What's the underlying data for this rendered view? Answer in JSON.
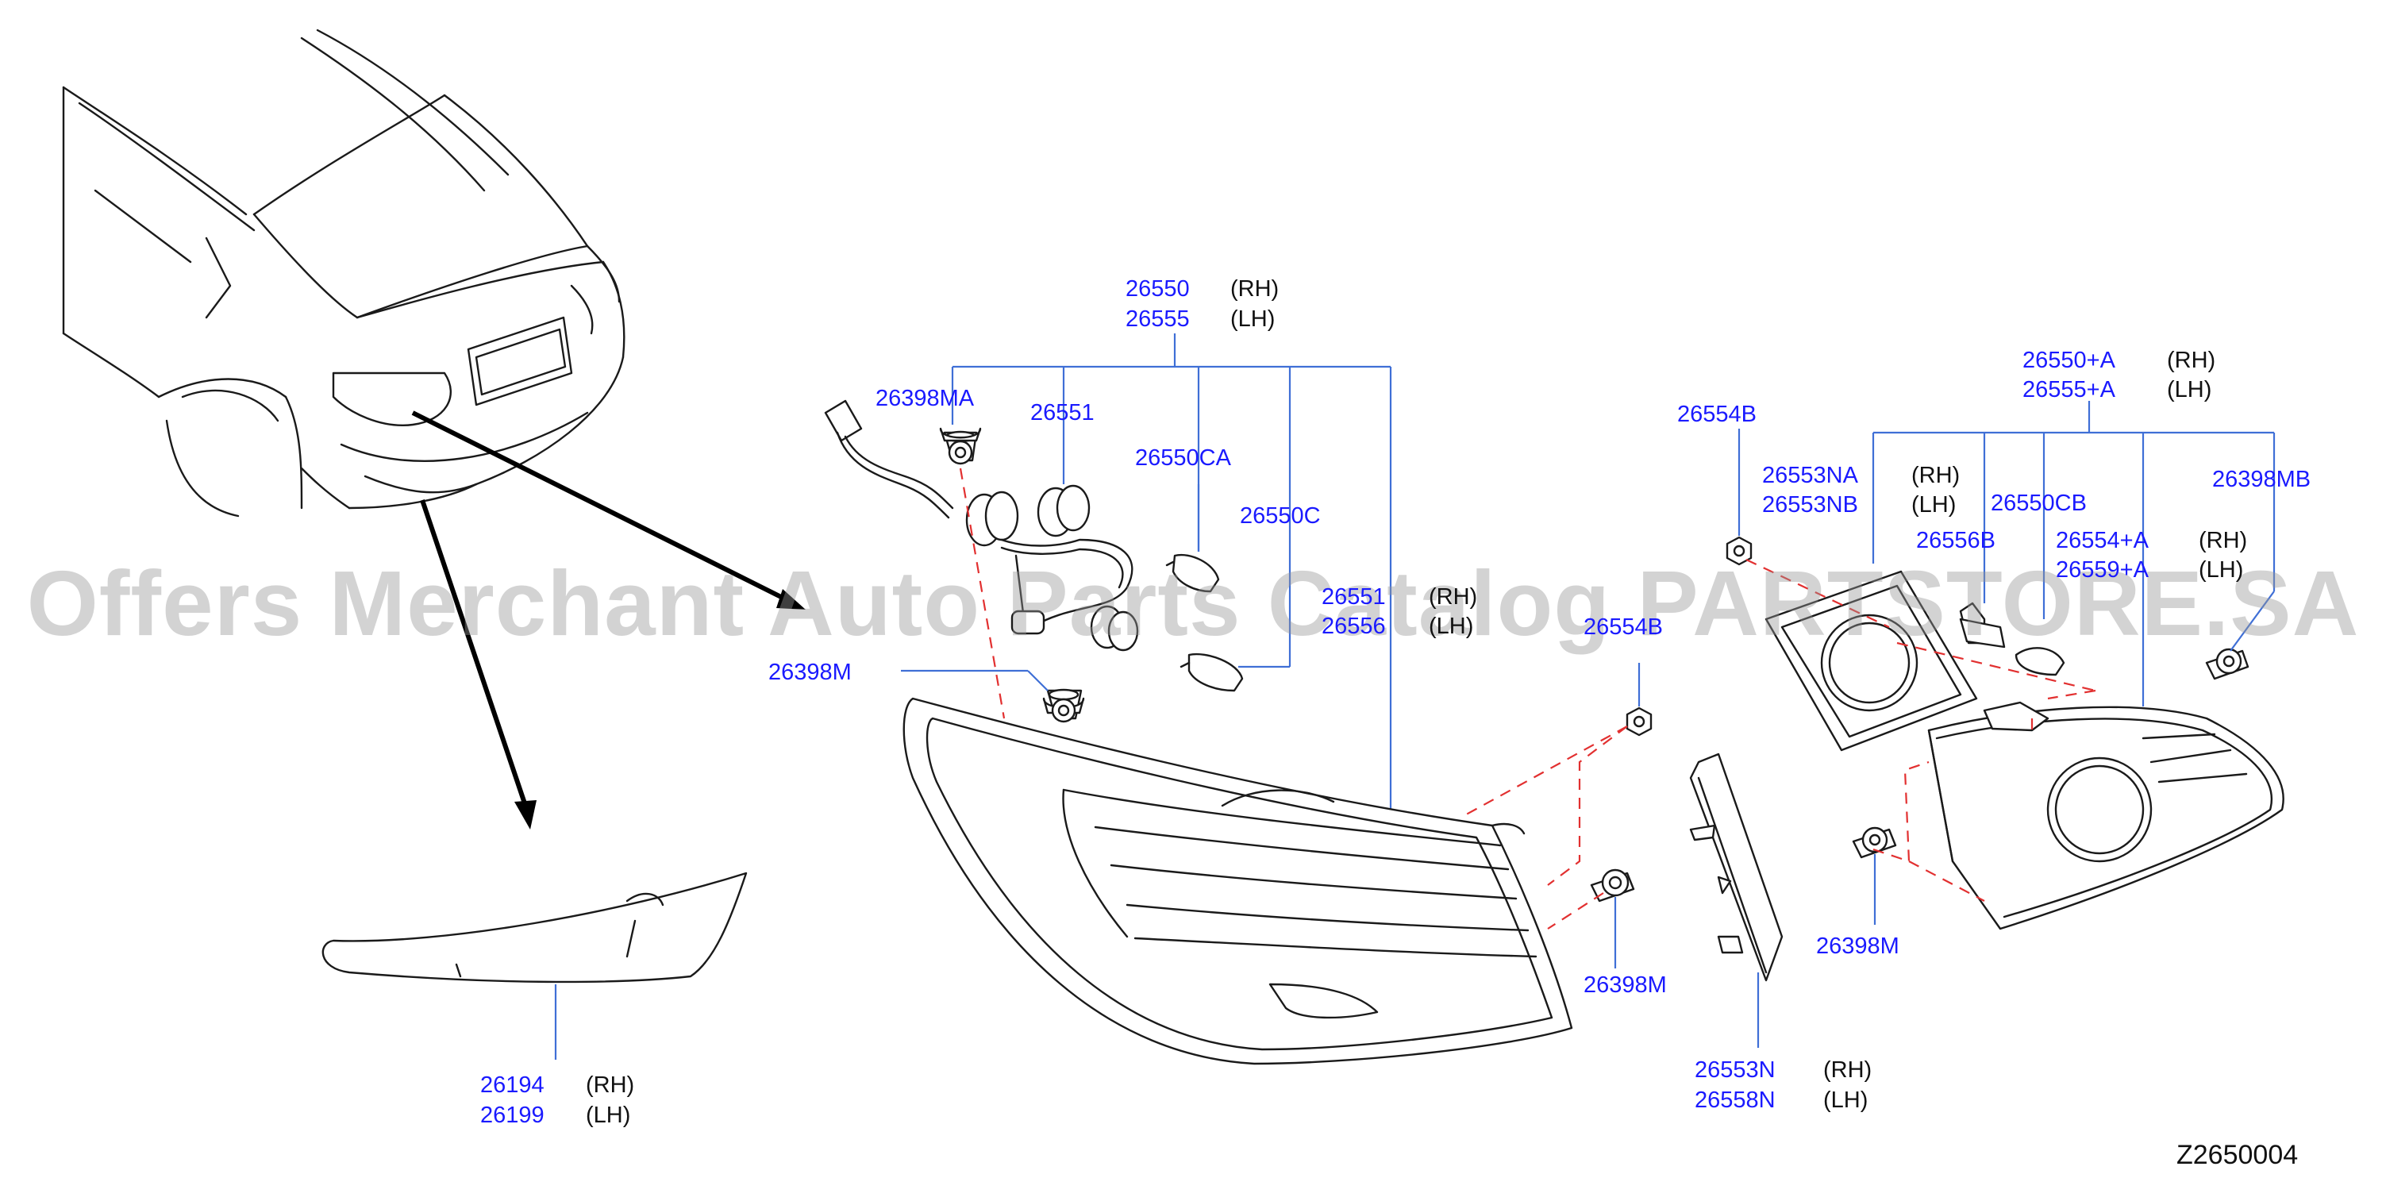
{
  "diagram_code": "Z2650004",
  "watermark": "Offers Merchant Auto Parts Catalog PARTSTORE.SA",
  "labels": {
    "26550_rh": "26550",
    "26550_rh_side": "(RH)",
    "26555_lh": "26555",
    "26555_lh_side": "(LH)",
    "26398MA": "26398MA",
    "26551": "26551",
    "26550CA": "26550CA",
    "26550C": "26550C",
    "26551_rh": "26551",
    "26551_rh_side": "(RH)",
    "26556_lh": "26556",
    "26556_lh_side": "(LH)",
    "26398M_a": "26398M",
    "26554B_a": "26554B",
    "26554B_b": "26554B",
    "26398M_b": "26398M",
    "26553NA": "26553NA",
    "26553NA_side": "(RH)",
    "26553NB": "26553NB",
    "26553NB_side": "(LH)",
    "26550CB": "26550CB",
    "26556B": "26556B",
    "26554A": "26554+A",
    "26554A_side": "(RH)",
    "26559A": "26559+A",
    "26559A_side": "(LH)",
    "26550A": "26550+A",
    "26550A_side": "(RH)",
    "26555A": "26555+A",
    "26555A_side": "(LH)",
    "26398MB": "26398MB",
    "26398M_c": "26398M",
    "26553N": "26553N",
    "26553N_side": "(RH)",
    "26558N": "26558N",
    "26558N_side": "(LH)",
    "26194": "26194",
    "26194_side": "(RH)",
    "26199": "26199",
    "26199_side": "(LH)"
  },
  "colors": {
    "part_number": "#1a1aff",
    "leader": "#3f6fd6",
    "dashed": "#e23030",
    "line": "#1a1a1a"
  }
}
